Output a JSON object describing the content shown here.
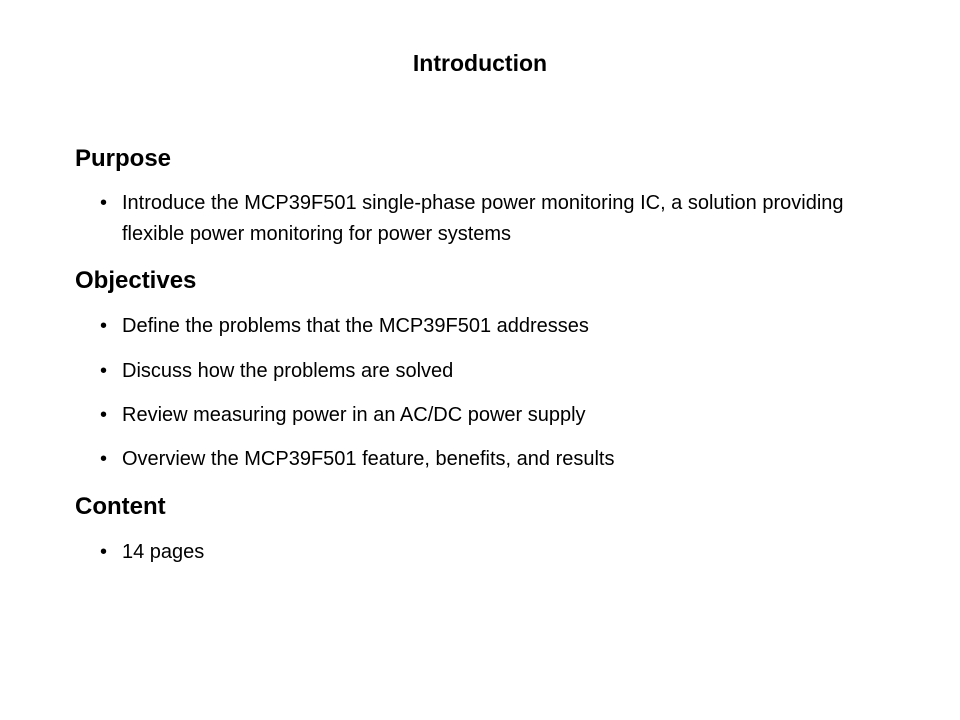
{
  "slide": {
    "title": "Introduction",
    "sections": [
      {
        "heading": "Purpose",
        "bullets": [
          "Introduce the MCP39F501  single-phase power monitoring IC,  a solution providing flexible power monitoring for power systems"
        ]
      },
      {
        "heading": "Objectives",
        "bullets": [
          "Define the problems that the MCP39F501  addresses",
          "Discuss how the problems are solved",
          "Review  measuring power in an AC/DC power supply",
          "Overview  the MCP39F501  feature, benefits, and results"
        ]
      },
      {
        "heading": "Content",
        "bullets": [
          "14 pages"
        ]
      }
    ],
    "bullet_glyph": "•"
  }
}
